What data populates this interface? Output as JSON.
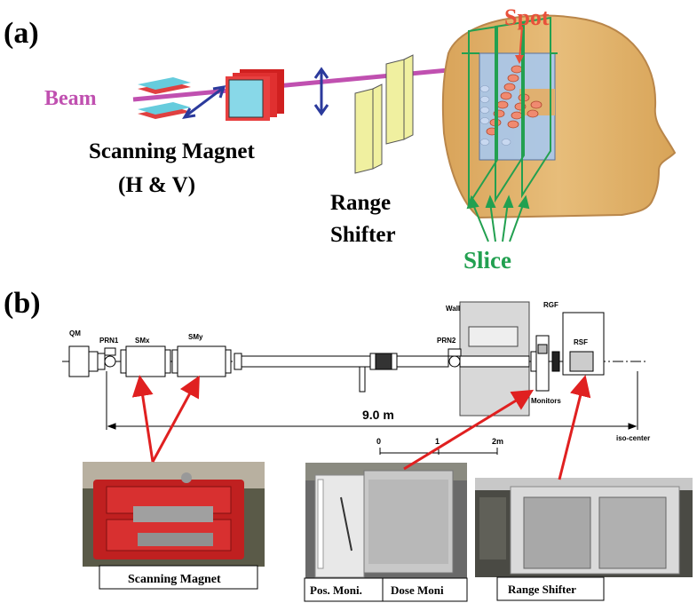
{
  "panel_a": {
    "tag": "(a)",
    "beam": "Beam",
    "scanning_magnet": "Scanning Magnet",
    "hv": "(H & V)",
    "range_shifter_1": "Range",
    "range_shifter_2": "Shifter",
    "spot": "Spot",
    "slice": "Slice",
    "colors": {
      "beam": "#c050b0",
      "spot": "#e8503a",
      "slice": "#22a050",
      "arrow": "#2b3a9c"
    }
  },
  "panel_b": {
    "tag": "(b)",
    "labels": {
      "qm": "QM",
      "prn1": "PRN1",
      "smx": "SMx",
      "smy": "SMy",
      "prn2": "PRN2",
      "wall": "Wall",
      "rgf": "RGF",
      "rsf": "RSF",
      "monitors": "Monitors",
      "distance": "9.0 m",
      "iso_center": "iso-center"
    },
    "scale": {
      "t0": "0",
      "t1": "1",
      "t2": "2m"
    },
    "captions": {
      "scanning_magnet": "Scanning Magnet",
      "pos_moni": "Pos. Moni.",
      "dose_moni": "Dose Moni",
      "range_shifter": "Range Shifter"
    },
    "colors": {
      "pointer": "#e02020"
    }
  }
}
